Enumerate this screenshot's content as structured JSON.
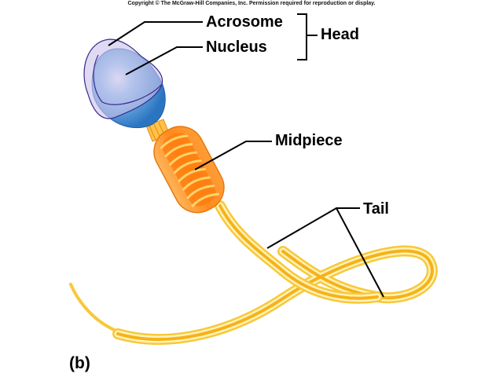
{
  "copyright": "Copyright © The McGraw-Hill Companies, Inc. Permission required for reproduction or display.",
  "panel_label": "(b)",
  "labels": {
    "acrosome": "Acrosome",
    "nucleus": "Nucleus",
    "head": "Head",
    "midpiece": "Midpiece",
    "tail": "Tail"
  },
  "colors": {
    "acrosome_fill": "#c9c2ea",
    "acrosome_stroke": "#3a2a8c",
    "nucleus_fill": "#2f7fc8",
    "nucleus_highlight": "#e8f4ff",
    "midpiece_fill": "#ff8a1e",
    "midpiece_light": "#ffb45a",
    "midpiece_spiral": "#ffd36b",
    "tail_outer": "#f8c83a",
    "tail_inner": "#fff2b8",
    "tail_core": "#f5b21a",
    "leader_line": "#000000"
  }
}
